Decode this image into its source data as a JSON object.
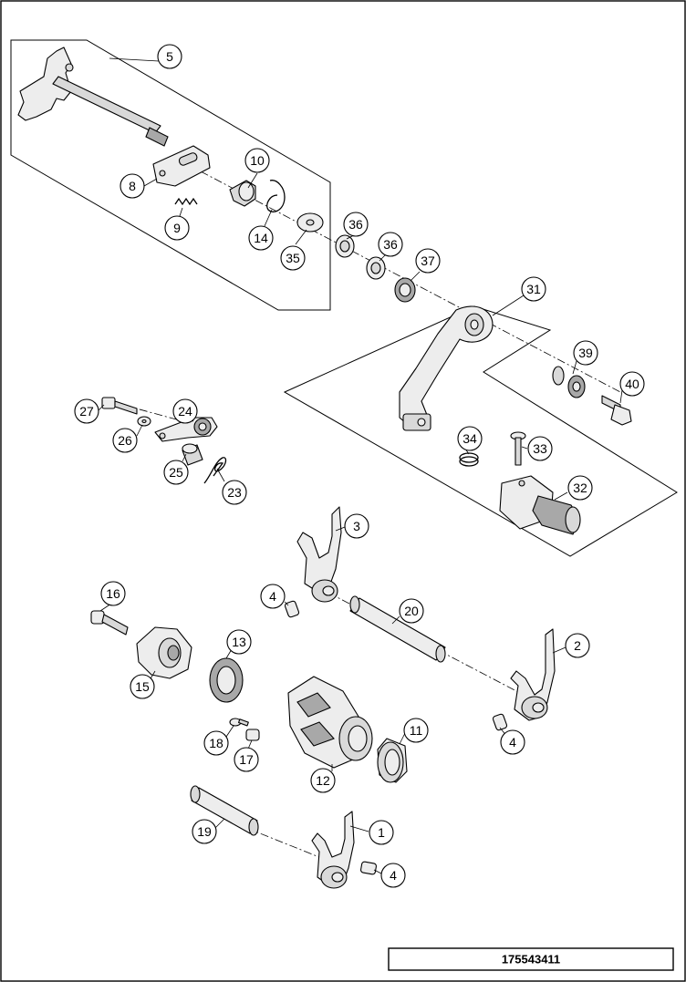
{
  "document_number": "175543411",
  "callouts": [
    "5",
    "8",
    "9",
    "10",
    "14",
    "35",
    "36",
    "36",
    "37",
    "31",
    "39",
    "40",
    "27",
    "24",
    "26",
    "25",
    "23",
    "34",
    "33",
    "32",
    "3",
    "4",
    "20",
    "2",
    "16",
    "13",
    "15",
    "4",
    "18",
    "17",
    "11",
    "12",
    "19",
    "1",
    "4"
  ],
  "icons": [
    "shift-shaft",
    "shift-lever",
    "shift-pedal",
    "shift-fork",
    "shift-drum",
    "locking-lever",
    "spring",
    "bolt",
    "washer",
    "needle-bearing",
    "seal-ring"
  ]
}
